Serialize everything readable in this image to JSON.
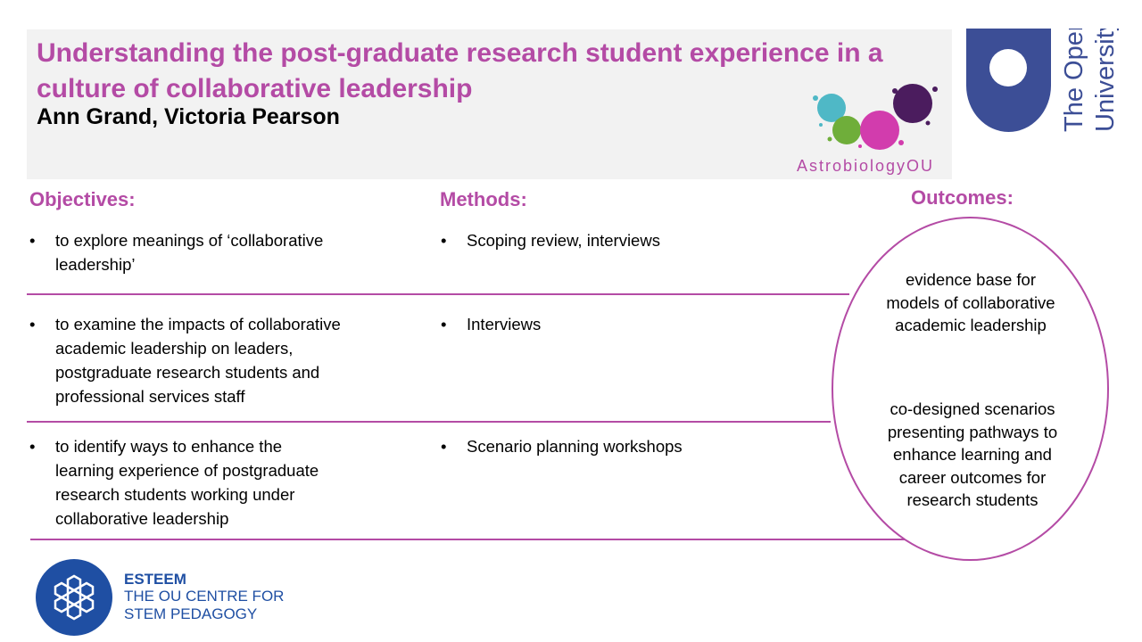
{
  "header": {
    "title": "Understanding the post-graduate research student experience in a culture of collaborative leadership",
    "authors": "Ann Grand, Victoria Pearson",
    "astro_logo_text": "AstrobiologyOU",
    "ou_logo_line1": "The Open",
    "ou_logo_line2": "University"
  },
  "colors": {
    "accent": "#b44ba5",
    "ou_blue": "#3c4e96",
    "esteem_blue": "#1f4fa3",
    "header_bg": "#f2f2f2"
  },
  "sections": {
    "objectives_heading": "Objectives:",
    "methods_heading": "Methods:",
    "outcomes_heading": "Outcomes:"
  },
  "rows": [
    {
      "objective": [
        "to explore meanings of ‘collaborative",
        "leadership’"
      ],
      "method": "Scoping review, interviews"
    },
    {
      "objective": [
        "to examine the impacts of collaborative",
        "academic leadership on leaders,",
        "postgraduate research students and",
        "professional services staff"
      ],
      "method": "Interviews"
    },
    {
      "objective": [
        "to identify ways to enhance the",
        "learning experience of postgraduate",
        "research students working under",
        "collaborative leadership"
      ],
      "method": "Scenario planning workshops"
    }
  ],
  "bullet_char": "•",
  "outcomes": [
    [
      "evidence base for",
      "models of collaborative",
      "academic leadership"
    ],
    [
      "co-designed scenarios",
      "presenting pathways to",
      "enhance learning and",
      "career outcomes for",
      "research students"
    ]
  ],
  "footer": {
    "esteem_title": "ESTEEM",
    "esteem_line1": "THE OU CENTRE FOR",
    "esteem_line2": "STEM PEDAGOGY"
  }
}
